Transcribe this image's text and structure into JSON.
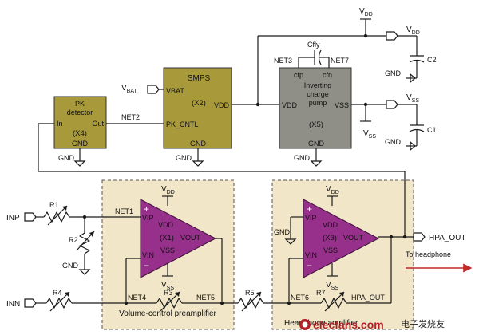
{
  "rails": {
    "vdd": "V",
    "vdd_sub": "DD",
    "vss": "V",
    "vss_sub": "SS",
    "vbat": "V",
    "vbat_sub": "BAT"
  },
  "pk": {
    "line1": "PK",
    "line2": "detector",
    "pin_in": "In",
    "pin_out": "Out",
    "id": "(X4)",
    "gnd": "GND"
  },
  "smps": {
    "title": "SMPS",
    "pin_vbat": "VBAT",
    "id": "(X2)",
    "pin_vdd": "VDD",
    "pin_pk": "PK_CNTL",
    "gnd": "GND"
  },
  "pump": {
    "line1": "Inverting",
    "line2": "charge",
    "line3": "pump",
    "pin_cfp": "cfp",
    "pin_cfn": "cfn",
    "pin_vdd": "VDD",
    "pin_vss": "VSS",
    "id": "(X5)",
    "gnd": "GND"
  },
  "cap": {
    "cfly": "Cfly",
    "c1": "C1",
    "c2": "C2"
  },
  "amp1": {
    "vip": "VIP",
    "vdd": "VDD",
    "id": "(X1)",
    "vout": "VOUT",
    "vin": "VIN",
    "vss": "VSS",
    "plus": "+",
    "minus": "−",
    "caption": "Volume-control preamplifier"
  },
  "amp2": {
    "vip": "VIP",
    "vdd": "VDD",
    "id": "(X3)",
    "vout": "VOUT",
    "vin": "VIN",
    "vss": "VSS",
    "plus": "+",
    "minus": "−",
    "caption": "Headphone amplifier"
  },
  "nets": {
    "net1": "NET1",
    "net2": "NET2",
    "net3": "NET3",
    "net4": "NET4",
    "net5": "NET5",
    "net6": "NET6",
    "net7": "NET7",
    "hpa_out": "HPA_OUT"
  },
  "res": {
    "r1": "R1",
    "r2": "R2",
    "r3": "R3",
    "r4": "R4",
    "r5": "R5",
    "r7": "R7"
  },
  "ports": {
    "inp": "INP",
    "inn": "INN",
    "hpa_out": "HPA_OUT",
    "gnd": "GND"
  },
  "note": {
    "to_headphone": "To headphone"
  },
  "watermark": {
    "site": "elecfans.com",
    "cn": "电子发烧友"
  },
  "colors": {
    "olive": "#a89a3a",
    "grey": "#8f8f87",
    "amp": "#96308a",
    "panel": "#f1e6c8",
    "arrow": "#c0282a"
  }
}
